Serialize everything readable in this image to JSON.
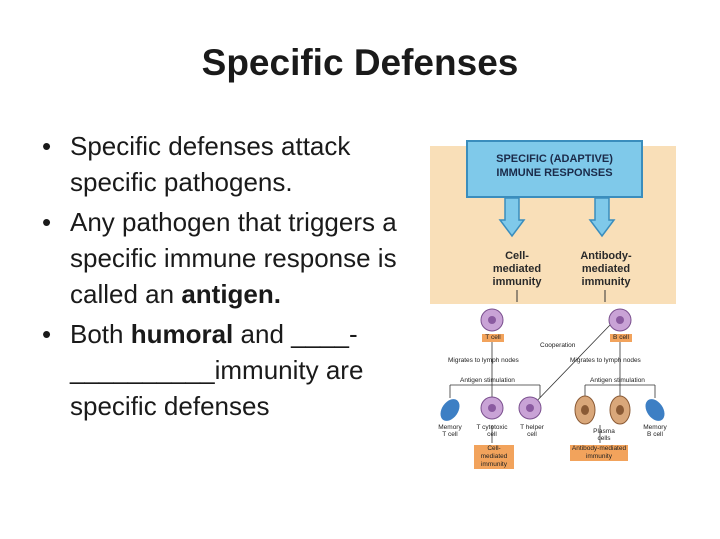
{
  "slide": {
    "title": "Specific Defenses",
    "bullets": [
      {
        "text": "Specific defenses attack specific pathogens."
      },
      {
        "text_before": "Any pathogen that triggers a specific immune response is called an ",
        "bold": "antigen."
      },
      {
        "text_before": "Both ",
        "bold": "humoral",
        "text_middle": " and ____-",
        "text_line2": "__________immunity are specific defenses"
      }
    ],
    "bullet_glyph": "•"
  },
  "figure": {
    "header_line1": "SPECIFIC (ADAPTIVE)",
    "header_line2": "IMMUNE RESPONSES",
    "left_branch": [
      "Cell-",
      "mediated",
      "immunity"
    ],
    "right_branch": [
      "Antibody-",
      "mediated",
      "immunity"
    ],
    "t_cell": "T cell",
    "b_cell": "B cell",
    "cooperation": "Cooperation",
    "migrates_left": "Migrates to lymph nodes",
    "migrates_right": "Migrates to lymph nodes",
    "antigen_left": "Antigen stimulation",
    "antigen_right": "Antigen stimulation",
    "memory_t": [
      "Memory",
      "T cell"
    ],
    "t_cytotoxic": [
      "T cytotoxic",
      "cell"
    ],
    "t_helper": [
      "T helper",
      "cell"
    ],
    "plasma": [
      "Plasma",
      "cells"
    ],
    "memory_b": [
      "Memory",
      "B cell"
    ],
    "cmi_tag": [
      "Cell-mediated",
      "immunity"
    ],
    "ami_tag": [
      "Antibody-mediated",
      "immunity"
    ],
    "colors": {
      "bg": "#f9dfb8",
      "box": "#7fc9ea",
      "tag": "#f2a35c",
      "cell": "#c9a3d6",
      "memory": "#3d7fc4",
      "plasma": "#d9a77a"
    }
  }
}
